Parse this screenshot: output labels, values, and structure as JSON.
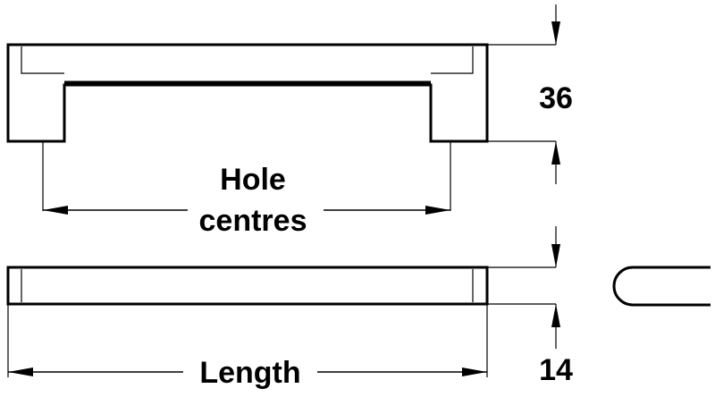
{
  "labels": {
    "hole_centres_line1": "Hole",
    "hole_centres_line2": "centres",
    "height_value": "36",
    "length": "Length",
    "depth_value": "14"
  },
  "colors": {
    "stroke": "#000000",
    "thin_line": "#444444",
    "background": "#ffffff"
  }
}
